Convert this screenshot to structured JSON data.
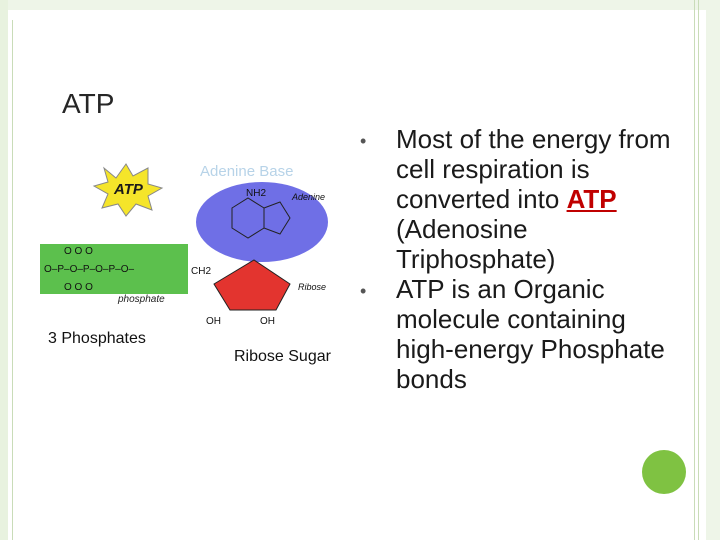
{
  "slide": {
    "title": "ATP",
    "bullets": [
      {
        "before": "Most of the energy from cell respiration is converted into ",
        "link": "ATP",
        "after": " (Adenosine Triphosphate)"
      },
      {
        "text": "ATP is an Organic molecule containing high-energy Phosphate bonds"
      }
    ]
  },
  "diagram": {
    "adenine_base_label": "Adenine Base",
    "phosphates_label": "3 Phosphates",
    "ribose_label": "Ribose Sugar",
    "badge_text": "ATP",
    "ring_label_adenine": "Adenine",
    "ring_label_ribose": "Ribose",
    "phosphate_label": "phosphate",
    "nh2_label": "NH2",
    "ch2_label": "CH2",
    "oh_label": "OH"
  },
  "colors": {
    "adenine_fill": "#6f6fe6",
    "ribose_fill": "#e3342f",
    "phosphate_fill": "#5cc04d",
    "badge_fill": "#f5e52a",
    "accent_red": "#c00000"
  }
}
